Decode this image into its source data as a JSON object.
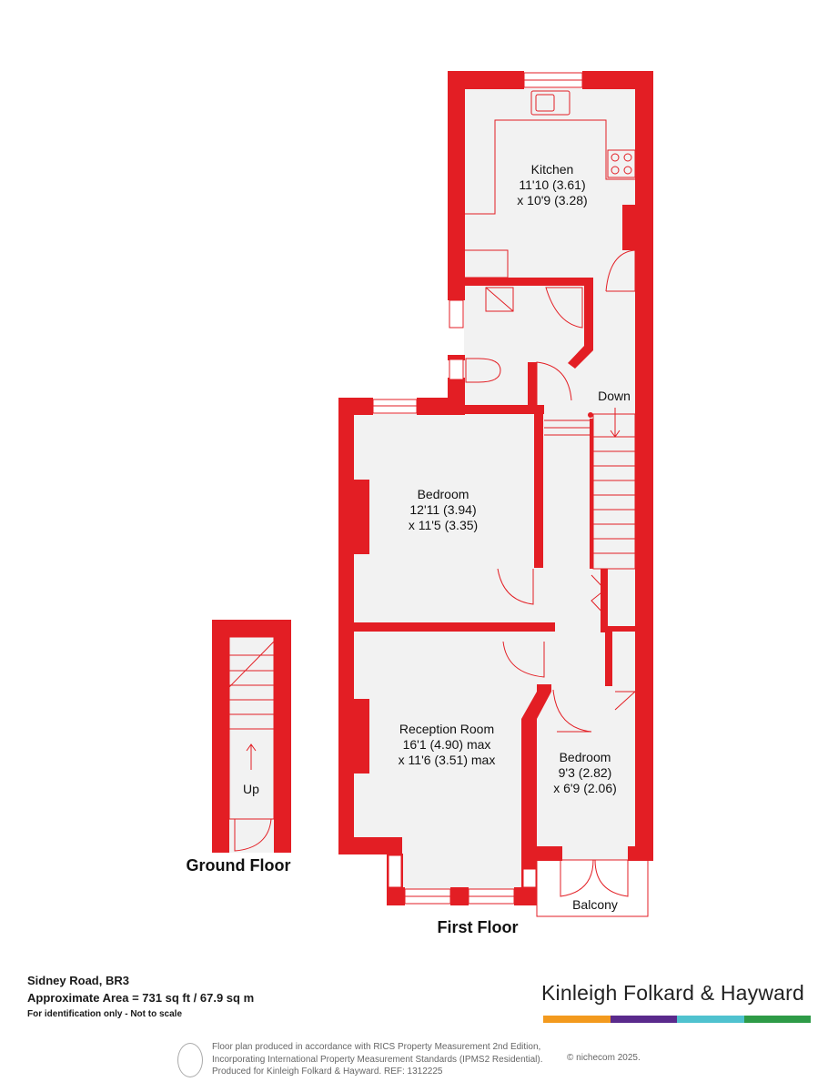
{
  "floor_titles": {
    "ground": "Ground Floor",
    "first": "First Floor"
  },
  "rooms": {
    "kitchen": {
      "name": "Kitchen",
      "dim1": "11'10 (3.61)",
      "dim2": "x 10'9 (3.28)"
    },
    "bedroom1": {
      "name": "Bedroom",
      "dim1": "12'11 (3.94)",
      "dim2": "x 11'5 (3.35)"
    },
    "reception": {
      "name": "Reception Room",
      "dim1": "16'1 (4.90) max",
      "dim2": "x 11'6 (3.51) max"
    },
    "bedroom2": {
      "name": "Bedroom",
      "dim1": "9'3 (2.82)",
      "dim2": "x 6'9 (2.06)"
    }
  },
  "labels": {
    "down": "Down",
    "up": "Up",
    "balcony": "Balcony"
  },
  "footer": {
    "address": "Sidney Road, BR3",
    "area": "Approximate Area = 731 sq ft / 67.9 sq m",
    "note": "For identification only - Not to scale"
  },
  "brand": {
    "name": "Kinleigh Folkard & Hayward",
    "bar_colors": [
      "#f39a1e",
      "#5a2a8c",
      "#4fc2cf",
      "#2e9b47"
    ]
  },
  "credit": {
    "line1": "Floor plan produced in accordance with RICS Property Measurement 2nd Edition,",
    "line2": "Incorporating International Property Measurement Standards (IPMS2 Residential).",
    "line3": "Produced for Kinleigh Folkard & Hayward.   REF: 1312225",
    "copyright": "© nichecom 2025."
  },
  "colors": {
    "wall": "#e31e24",
    "floor": "#f2f2f2",
    "fixture_line": "#e31e24"
  }
}
